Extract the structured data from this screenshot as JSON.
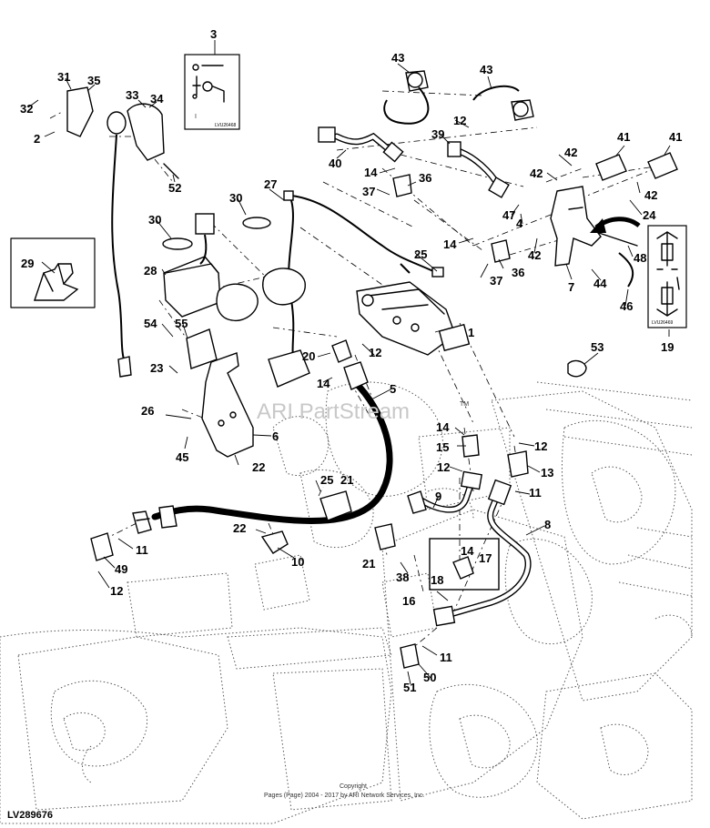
{
  "figure": {
    "reference_code": "LV289676",
    "watermark": "ARI PartStream",
    "watermark_mark": "TM",
    "copyright_line1": "Copyright",
    "copyright_line2": "Pages (Page) 2004 - 2017 by ARI Network Services, Inc.",
    "decal_19_code": "LVU26469",
    "decal_3_code": "LVU26468",
    "decal_3_symbol": "I"
  },
  "callouts": [
    {
      "id": "c1",
      "label": "1"
    },
    {
      "id": "c2",
      "label": "2"
    },
    {
      "id": "c3",
      "label": "3"
    },
    {
      "id": "c4",
      "label": "4"
    },
    {
      "id": "c5",
      "label": "5"
    },
    {
      "id": "c6",
      "label": "6"
    },
    {
      "id": "c7",
      "label": "7"
    },
    {
      "id": "c8",
      "label": "8"
    },
    {
      "id": "c9",
      "label": "9"
    },
    {
      "id": "c10",
      "label": "10"
    },
    {
      "id": "c11a",
      "label": "11"
    },
    {
      "id": "c11b",
      "label": "11"
    },
    {
      "id": "c11c",
      "label": "11"
    },
    {
      "id": "c12a",
      "label": "12"
    },
    {
      "id": "c12b",
      "label": "12"
    },
    {
      "id": "c12c",
      "label": "12"
    },
    {
      "id": "c12d",
      "label": "12"
    },
    {
      "id": "c12e",
      "label": "12"
    },
    {
      "id": "c13",
      "label": "13"
    },
    {
      "id": "c14a",
      "label": "14"
    },
    {
      "id": "c14b",
      "label": "14"
    },
    {
      "id": "c14c",
      "label": "14"
    },
    {
      "id": "c14d",
      "label": "14"
    },
    {
      "id": "c14e",
      "label": "14"
    },
    {
      "id": "c15",
      "label": "15"
    },
    {
      "id": "c16",
      "label": "16"
    },
    {
      "id": "c17",
      "label": "17"
    },
    {
      "id": "c18",
      "label": "18"
    },
    {
      "id": "c19",
      "label": "19"
    },
    {
      "id": "c20",
      "label": "20"
    },
    {
      "id": "c21a",
      "label": "21"
    },
    {
      "id": "c21b",
      "label": "21"
    },
    {
      "id": "c22a",
      "label": "22"
    },
    {
      "id": "c22b",
      "label": "22"
    },
    {
      "id": "c23",
      "label": "23"
    },
    {
      "id": "c24",
      "label": "24"
    },
    {
      "id": "c25a",
      "label": "25"
    },
    {
      "id": "c25b",
      "label": "25"
    },
    {
      "id": "c26",
      "label": "26"
    },
    {
      "id": "c27",
      "label": "27"
    },
    {
      "id": "c28",
      "label": "28"
    },
    {
      "id": "c29",
      "label": "29"
    },
    {
      "id": "c30a",
      "label": "30"
    },
    {
      "id": "c30b",
      "label": "30"
    },
    {
      "id": "c31",
      "label": "31"
    },
    {
      "id": "c32",
      "label": "32"
    },
    {
      "id": "c33",
      "label": "33"
    },
    {
      "id": "c34",
      "label": "34"
    },
    {
      "id": "c35",
      "label": "35"
    },
    {
      "id": "c36a",
      "label": "36"
    },
    {
      "id": "c36b",
      "label": "36"
    },
    {
      "id": "c37a",
      "label": "37"
    },
    {
      "id": "c37b",
      "label": "37"
    },
    {
      "id": "c38",
      "label": "38"
    },
    {
      "id": "c39",
      "label": "39"
    },
    {
      "id": "c40",
      "label": "40"
    },
    {
      "id": "c41a",
      "label": "41"
    },
    {
      "id": "c41b",
      "label": "41"
    },
    {
      "id": "c42a",
      "label": "42"
    },
    {
      "id": "c42b",
      "label": "42"
    },
    {
      "id": "c42c",
      "label": "42"
    },
    {
      "id": "c42d",
      "label": "42"
    },
    {
      "id": "c43a",
      "label": "43"
    },
    {
      "id": "c43b",
      "label": "43"
    },
    {
      "id": "c44",
      "label": "44"
    },
    {
      "id": "c45",
      "label": "45"
    },
    {
      "id": "c46",
      "label": "46"
    },
    {
      "id": "c47",
      "label": "47"
    },
    {
      "id": "c48",
      "label": "48"
    },
    {
      "id": "c49",
      "label": "49"
    },
    {
      "id": "c50",
      "label": "50"
    },
    {
      "id": "c51",
      "label": "51"
    },
    {
      "id": "c52",
      "label": "52"
    },
    {
      "id": "c53",
      "label": "53"
    },
    {
      "id": "c54",
      "label": "54"
    },
    {
      "id": "c55",
      "label": "55"
    }
  ]
}
